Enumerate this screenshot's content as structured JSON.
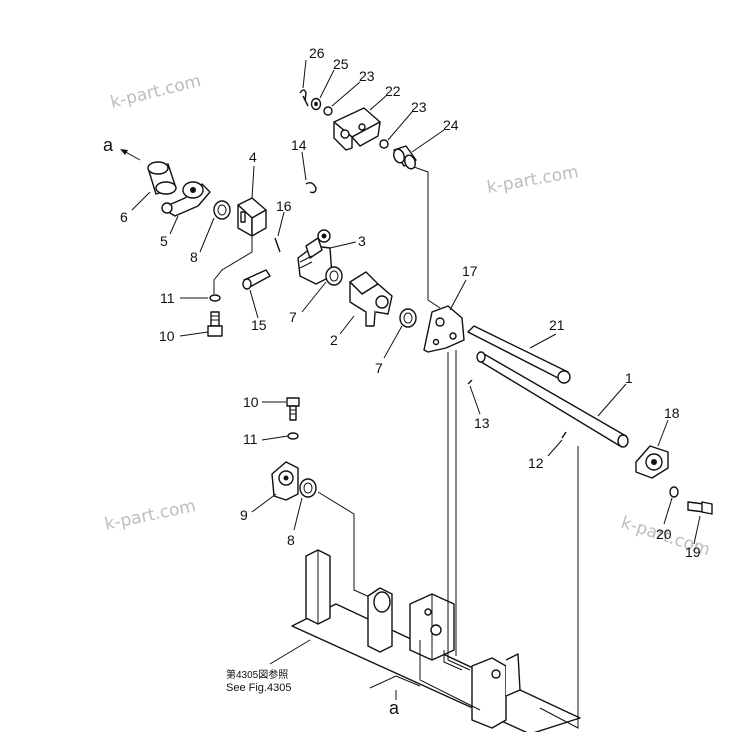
{
  "watermarks": [
    "k-part.com",
    "k-part.com",
    "k-part.com",
    "k-part.com"
  ],
  "reference_note": {
    "line1": "第4305図参照",
    "line2": "See Fig.4305"
  },
  "markers": {
    "top": "a",
    "bottom": "a"
  },
  "callouts": [
    {
      "id": "c26a",
      "text": "26"
    },
    {
      "id": "c25a",
      "text": "25"
    },
    {
      "id": "c23a",
      "text": "23"
    },
    {
      "id": "c22a",
      "text": "22"
    },
    {
      "id": "c23b",
      "text": "23"
    },
    {
      "id": "c24a",
      "text": "24"
    },
    {
      "id": "c4a",
      "text": "4"
    },
    {
      "id": "c14a",
      "text": "14"
    },
    {
      "id": "c16a",
      "text": "16"
    },
    {
      "id": "c3a",
      "text": "3"
    },
    {
      "id": "c6a",
      "text": "6"
    },
    {
      "id": "c5a",
      "text": "5"
    },
    {
      "id": "c8a",
      "text": "8"
    },
    {
      "id": "c11a",
      "text": "11"
    },
    {
      "id": "c10a",
      "text": "10"
    },
    {
      "id": "c15a",
      "text": "15"
    },
    {
      "id": "c7a",
      "text": "7"
    },
    {
      "id": "c2a",
      "text": "2"
    },
    {
      "id": "c7b",
      "text": "7"
    },
    {
      "id": "c17a",
      "text": "17"
    },
    {
      "id": "c21a",
      "text": "21"
    },
    {
      "id": "c1a",
      "text": "1"
    },
    {
      "id": "c13a",
      "text": "13"
    },
    {
      "id": "c12a",
      "text": "12"
    },
    {
      "id": "c18a",
      "text": "18"
    },
    {
      "id": "c10b",
      "text": "10"
    },
    {
      "id": "c11b",
      "text": "11"
    },
    {
      "id": "c9a",
      "text": "9"
    },
    {
      "id": "c8b",
      "text": "8"
    },
    {
      "id": "c20a",
      "text": "20"
    },
    {
      "id": "c19a",
      "text": "19"
    }
  ]
}
